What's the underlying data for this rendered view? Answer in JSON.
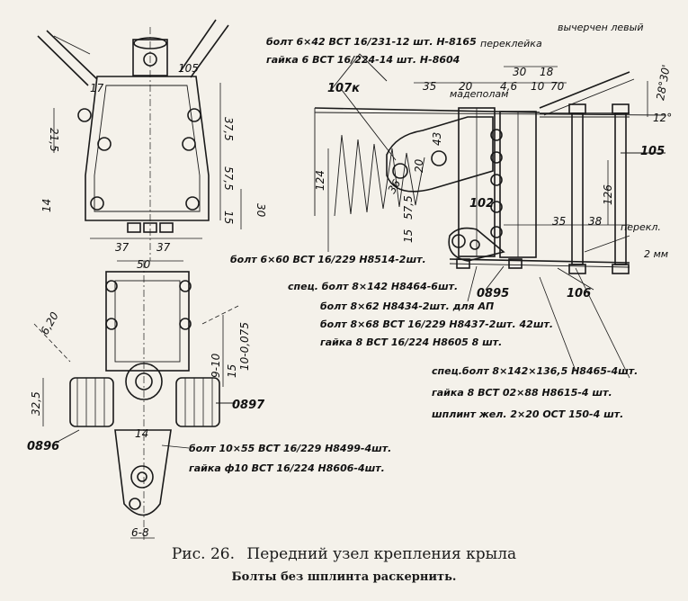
{
  "top_view": {
    "dims": [
      "17",
      "105",
      "21,5",
      "37,5",
      "57,5",
      "15",
      "30",
      "14",
      "37",
      "37",
      "50"
    ]
  },
  "bottom_view": {
    "dims": [
      "6,20",
      "9-10",
      "10-0,075",
      "15",
      "32,5",
      "14",
      "6-8"
    ],
    "labels": {
      "part_0897": "0897",
      "part_0896": "0896"
    },
    "notes": [
      "болт 10×55 ВСТ 16/229 Н8499-4шт.",
      "гайка ф10 ВСТ 16/224 Н8606-4шт."
    ]
  },
  "side_view": {
    "notes_top": [
      "болт 6×42 ВСТ 16/231-12 шт. Н-8165",
      "гайка 6 ВСТ 16/224-14 шт. Н-8604"
    ],
    "labels": {
      "drawn_left": "вычерчен левый",
      "pereklejka": "переклейка",
      "madepolam": "мадеполам",
      "perekl_short": "перекл.",
      "thickness": "2 мм"
    },
    "parts": {
      "p107k": "107к",
      "p102": "102",
      "p105": "105",
      "p106": "106",
      "p0895": "0895"
    },
    "dims": [
      "30",
      "18",
      "35",
      "20",
      "4,6",
      "10",
      "70",
      "28°30'",
      "12°",
      "43",
      "20",
      "36",
      "124",
      "57,5",
      "15",
      "35",
      "38",
      "126"
    ],
    "notes_mid": [
      "болт 6×60 ВСТ 16/229 Н8514-2шт.",
      "спец. болт 8×142 Н8464-6шт.",
      "болт 8×62 Н8434-2шт. для АП",
      "болт 8×68 ВСТ 16/229 Н8437-2шт. 42шт.",
      "гайка 8 ВСТ 16/224 Н8605 8 шт."
    ],
    "notes_bottom": [
      "спец.болт 8×142×136,5 Н8465-4шт.",
      "гайка 8 ВСТ 02×88 Н8615-4 шт.",
      "шплинт жел. 2×20 ОСТ 150-4 шт."
    ]
  },
  "caption": {
    "fig": "Рис. 26.",
    "title": "Передний узел крепления крыла",
    "note": "Болты без шплинта раскернить."
  }
}
